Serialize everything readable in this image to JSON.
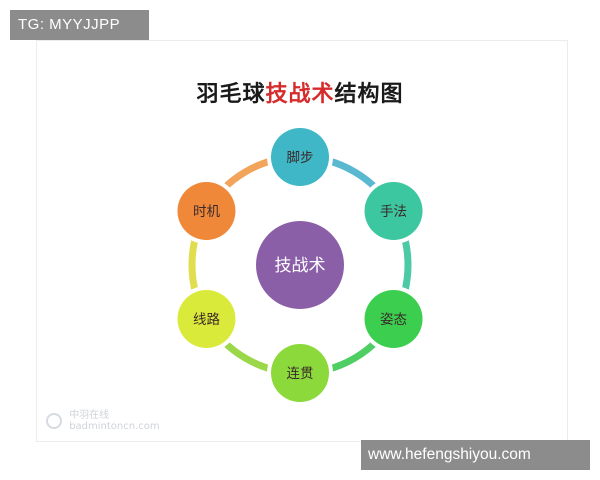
{
  "overlay": {
    "top_left_tag": "TG: MYYJJPP",
    "bottom_right_tag": "www.hefengshiyou.com"
  },
  "diagram": {
    "title_pre": "羽毛球",
    "title_highlight": "技战术",
    "title_post": "结构图",
    "center": {
      "label": "技战术",
      "color": "#8b5fa8"
    },
    "nodes": [
      {
        "id": "footwork",
        "label": "脚步",
        "color": "#3fb7c6"
      },
      {
        "id": "technique",
        "label": "手法",
        "color": "#3cc7a0"
      },
      {
        "id": "posture",
        "label": "姿态",
        "color": "#3ccf4f"
      },
      {
        "id": "continuity",
        "label": "连贯",
        "color": "#8bd93a"
      },
      {
        "id": "route",
        "label": "线路",
        "color": "#d9ea3a"
      },
      {
        "id": "timing",
        "label": "时机",
        "color": "#f0883a"
      }
    ],
    "ring_arc_colors": [
      "#5ab9d0",
      "#4ccaa6",
      "#4fcf63",
      "#9ad84a",
      "#e0de4e",
      "#f2a45a"
    ]
  },
  "watermark": {
    "line1": "中羽在线",
    "line2": "badmintoncn.com"
  }
}
